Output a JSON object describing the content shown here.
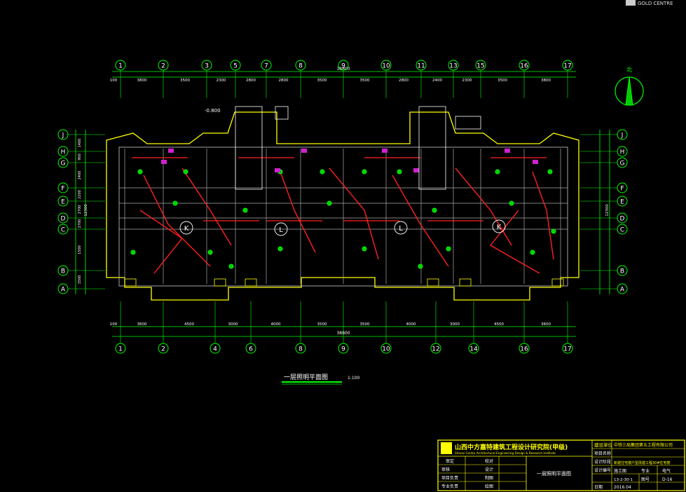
{
  "logo_text": "GOLD CENTRE",
  "drawing": {
    "total_dim_top": "38800",
    "total_dim_bottom": "38800",
    "top_axes": [
      "1",
      "2",
      "3",
      "5",
      "7",
      "8",
      "9",
      "10",
      "11",
      "13",
      "15",
      "16",
      "17"
    ],
    "bottom_axes": [
      "1",
      "2",
      "4",
      "6",
      "8",
      "9",
      "10",
      "12",
      "14",
      "16",
      "17"
    ],
    "row_axes": [
      "J",
      "H",
      "G",
      "F",
      "E",
      "D",
      "C",
      "B",
      "A"
    ],
    "top_dims": [
      "3800",
      "3500",
      "2300",
      "2800",
      "2800",
      "3500",
      "3500",
      "2800",
      "2400",
      "2300",
      "3500",
      "3800"
    ],
    "bottom_dims": [
      "3600",
      "4500",
      "3000",
      "4000",
      "3500",
      "3500",
      "4000",
      "3000",
      "4500",
      "3600"
    ],
    "left_dims": [
      "1400",
      "900",
      "2400",
      "2200",
      "2700",
      "2700",
      "1500"
    ],
    "left_total": "12300",
    "right_total": "12300",
    "edge_offset": "100",
    "elevation": "-0.800",
    "unit_labels": [
      "K",
      "L",
      "L",
      "K"
    ],
    "north_label": "北",
    "plan_title": "一层照明平面图",
    "plan_scale": "1:100"
  },
  "title_block": {
    "institute_cn": "山西中方嘉特建筑工程设计研究院(甲级)",
    "institute_en": "Shanxi Centre Architectural Engineering Design & Research Institute",
    "row_labels": [
      "审定",
      "审核",
      "项目负责",
      "专业负责"
    ],
    "row_values": [
      "校对",
      "设计",
      "制图",
      "绘图"
    ],
    "drawing_name": "一层照明平面图",
    "owner_label": "建设单位",
    "owner": "中铁三局集团第五工程有限公司",
    "project_label": "项目名称",
    "project": "新建住宅楼户型改建工程30#住宅楼",
    "stage_label": "设计阶段",
    "stage": "施工图",
    "discipline_label": "专业",
    "discipline": "电气",
    "number_label": "设计编号",
    "number": "13-2-30-1",
    "sheet_label": "图号",
    "sheet": "D-16",
    "date_label": "日期",
    "date": "2016.04"
  }
}
